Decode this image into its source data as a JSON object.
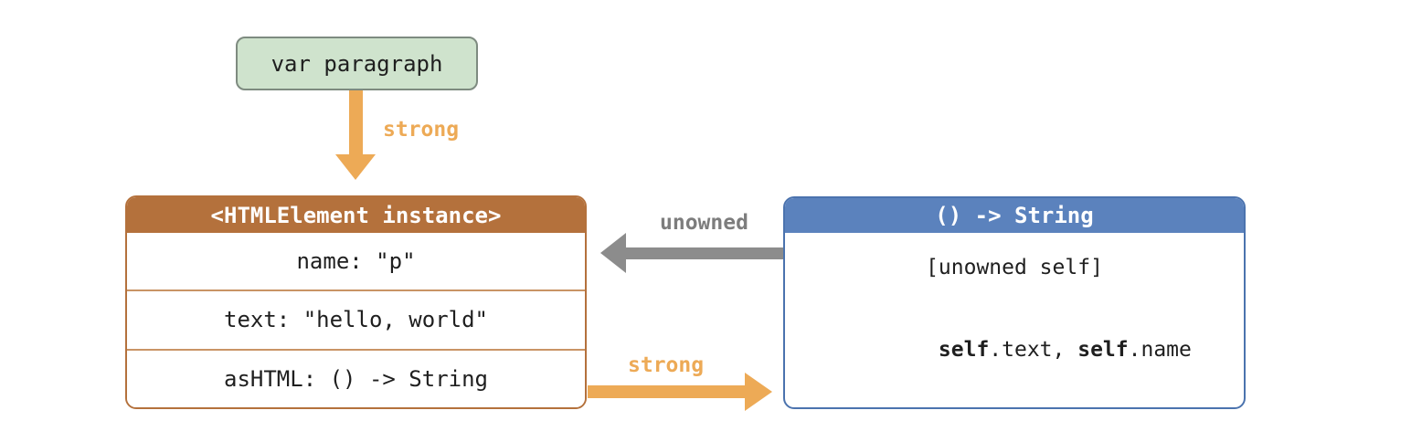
{
  "colors": {
    "orange": "#edaa56",
    "brown": "#b4713c",
    "row_divider": "#c99465",
    "blue_header": "#5b82bd",
    "blue_border": "#4b73ae",
    "green_fill": "#cfe3cd",
    "green_border": "#7e8b80",
    "gray_arrow": "#8c8c8c",
    "gray_label": "#7d7d7d",
    "text": "#1f1f1f",
    "background": "#ffffff"
  },
  "diagram": {
    "variable_box": {
      "label": "var paragraph"
    },
    "strong_arrow_down": {
      "label": "strong",
      "type": "strong reference"
    },
    "instance_box": {
      "title": "<HTMLElement instance>",
      "rows": [
        "name: \"p\"",
        "text: \"hello, world\"",
        "asHTML: () -> String"
      ]
    },
    "unowned_arrow": {
      "label": "unowned",
      "type": "unowned reference"
    },
    "strong_arrow_right": {
      "label": "strong",
      "type": "strong reference"
    },
    "closure_box": {
      "title": "() -> String",
      "capture_list": "[unowned self]",
      "body_parts": [
        {
          "text": "self",
          "bold": true
        },
        {
          "text": ".text, ",
          "bold": false
        },
        {
          "text": "self",
          "bold": true
        },
        {
          "text": ".name",
          "bold": false
        }
      ]
    }
  }
}
